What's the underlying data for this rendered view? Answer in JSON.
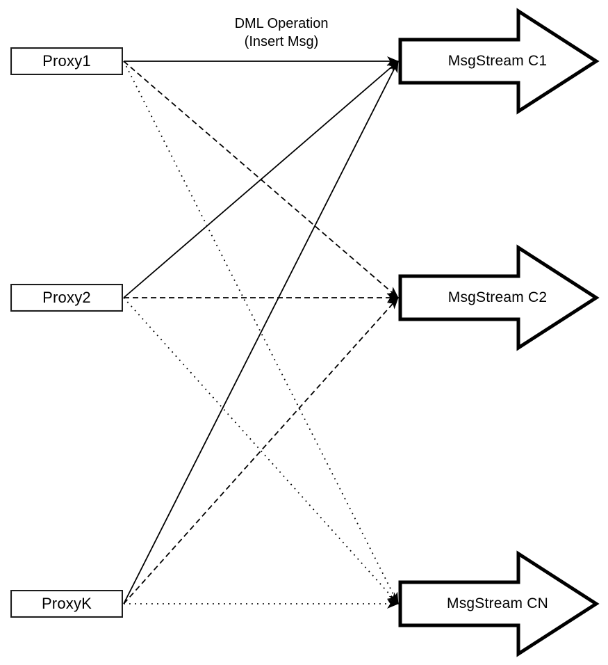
{
  "diagram": {
    "title": {
      "line1": "DML Operation",
      "line2": "(Insert Msg)"
    },
    "proxies": [
      {
        "id": "proxy1",
        "label": "Proxy1"
      },
      {
        "id": "proxy2",
        "label": "Proxy2"
      },
      {
        "id": "proxyk",
        "label": "ProxyK"
      }
    ],
    "streams": [
      {
        "id": "c1",
        "label": "MsgStream C1",
        "line_style": "solid"
      },
      {
        "id": "c2",
        "label": "MsgStream C2",
        "line_style": "dashed"
      },
      {
        "id": "cn",
        "label": "MsgStream CN",
        "line_style": "dotted"
      }
    ],
    "connections": [
      {
        "from": "proxy1",
        "to": "c1",
        "style": "solid"
      },
      {
        "from": "proxy2",
        "to": "c1",
        "style": "solid"
      },
      {
        "from": "proxyk",
        "to": "c1",
        "style": "solid"
      },
      {
        "from": "proxy1",
        "to": "c2",
        "style": "dashed"
      },
      {
        "from": "proxy2",
        "to": "c2",
        "style": "dashed"
      },
      {
        "from": "proxyk",
        "to": "c2",
        "style": "dashed"
      },
      {
        "from": "proxy1",
        "to": "cn",
        "style": "dotted"
      },
      {
        "from": "proxy2",
        "to": "cn",
        "style": "dotted"
      },
      {
        "from": "proxyk",
        "to": "cn",
        "style": "dotted"
      }
    ],
    "colors": {
      "stroke": "#000000",
      "background": "#ffffff",
      "text": "#000000"
    }
  }
}
